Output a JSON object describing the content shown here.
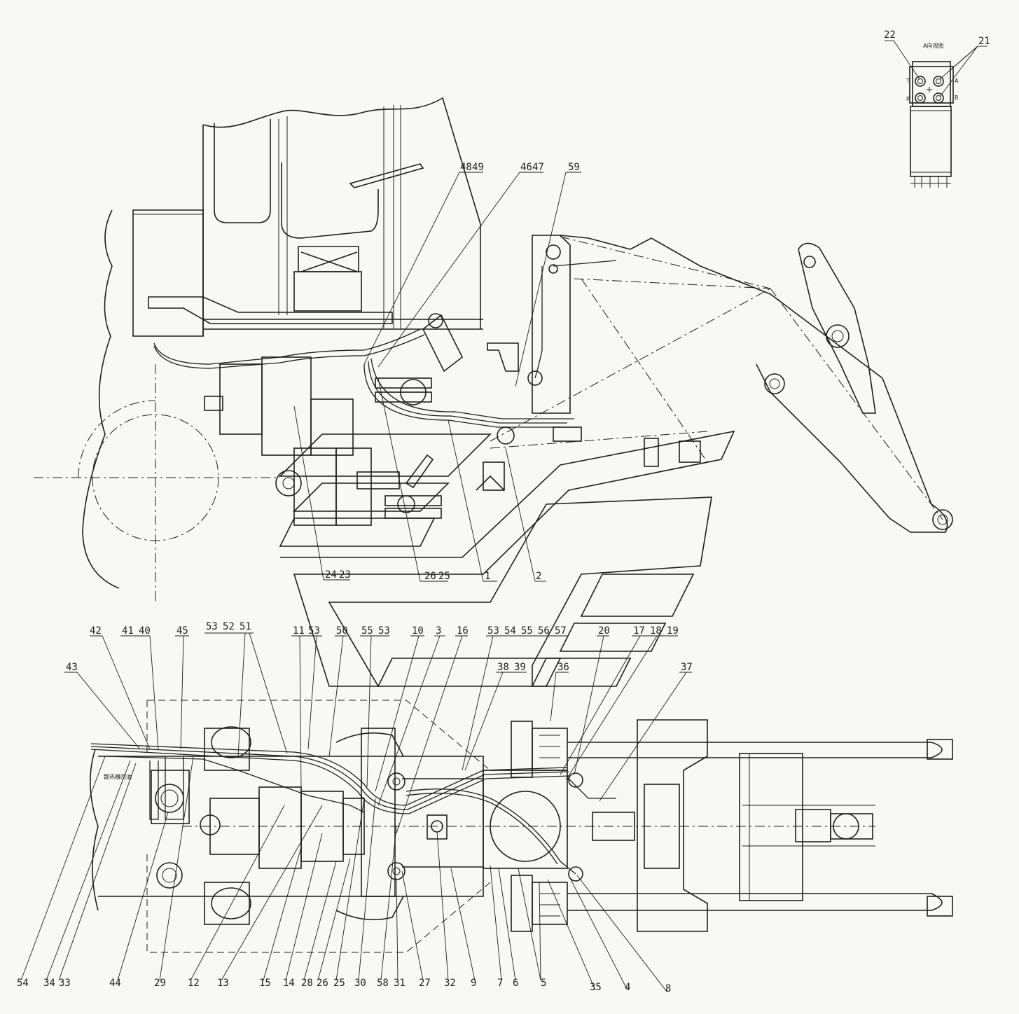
{
  "detail_view": {
    "title": "A向视图",
    "ports": [
      "T",
      "P",
      "A",
      "B"
    ],
    "balloons": [
      "22",
      "21"
    ]
  },
  "side_view": {
    "balloons": [
      "48",
      "49",
      "46",
      "47",
      "59",
      "24",
      "23",
      "26",
      "25",
      "1",
      "2"
    ]
  },
  "plan_view": {
    "note_lines": [
      "散热器回油"
    ],
    "top_balloons": [
      "42",
      "41",
      "40",
      "45",
      "43",
      "53",
      "52",
      "51",
      "11",
      "53",
      "50",
      "55",
      "53",
      "10",
      "3",
      "16",
      "53",
      "54",
      "55",
      "56",
      "57",
      "20",
      "17",
      "18",
      "19",
      "38",
      "39",
      "36",
      "37"
    ],
    "bottom_balloons": [
      "54",
      "34",
      "33",
      "44",
      "29",
      "12",
      "13",
      "15",
      "14",
      "28",
      "26",
      "25",
      "30",
      "58",
      "31",
      "27",
      "32",
      "9",
      "7",
      "6",
      "5",
      "35",
      "4",
      "8"
    ]
  }
}
